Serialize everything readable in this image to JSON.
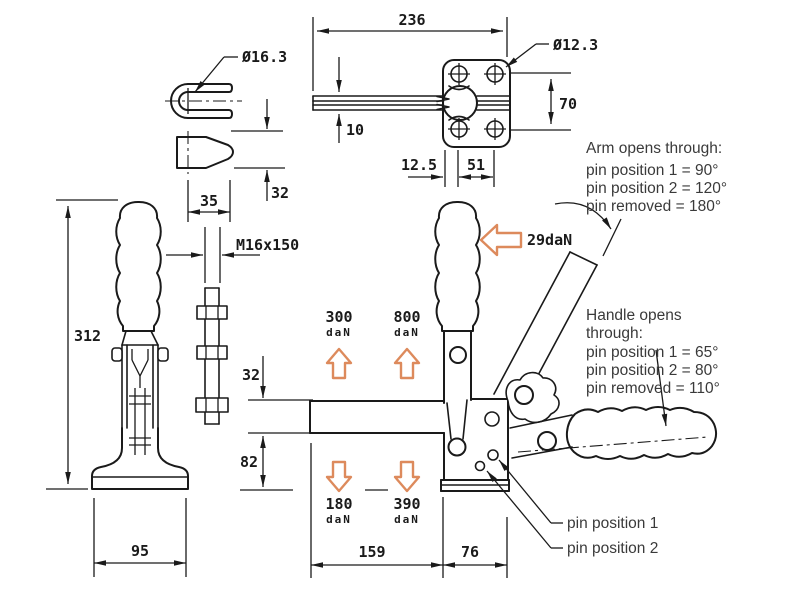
{
  "colors": {
    "line": "#1a1a1a",
    "accent": "#dd8a5c"
  },
  "labels": {
    "top_view": {
      "length": "236",
      "hole_dia": "Ø12.3",
      "hole_spacing_v": "70",
      "bar_thickness": "10",
      "edge_offset": "12.5",
      "hole_spacing_h": "51"
    },
    "clevis": {
      "dia": "Ø16.3"
    },
    "plunger": {
      "width": "35",
      "height": "32"
    },
    "spindle": {
      "thread": "M16x150"
    },
    "front_view": {
      "height": "312",
      "base_width": "95"
    },
    "side_view": {
      "bar_thickness": "32",
      "base_height": "82",
      "arm_length": "159",
      "body_width": "76"
    },
    "forces": {
      "handle": "29daN",
      "unit": "daN",
      "hold_up_left": "300",
      "hold_up_right": "800",
      "hold_down_left": "180",
      "hold_down_right": "390"
    },
    "notes": {
      "arm": {
        "l1": "Arm opens through:",
        "l2": "pin position 1 = 90°",
        "l3": "pin position 2 = 120°",
        "l4": "pin removed  = 180°"
      },
      "handle": {
        "l1": "Handle opens",
        "l2": "through:",
        "l3": "pin position 1 = 65°",
        "l4": "pin position 2 = 80°",
        "l5": "pin removed  = 110°"
      }
    },
    "pins": {
      "p1": "pin position 1",
      "p2": "pin position 2"
    }
  }
}
